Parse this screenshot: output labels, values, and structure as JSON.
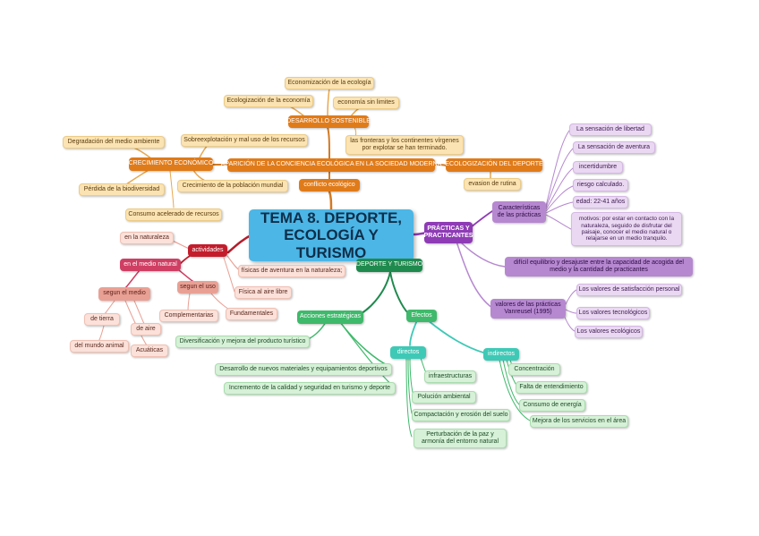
{
  "central": "TEMA 8. DEPORTE, ECOLOGÍA Y TURISMO",
  "eco": {
    "economizacion": "Economización de la ecología",
    "ecologizacion_economia": "Ecologización de la economía",
    "economia_sin_limites": "economía sin limites",
    "desarrollo": "DESARROLLO SOSTENIBLE",
    "degradacion": "Degradación del medio ambiente",
    "sobreexplotacion": "Sobreexplotación y mal uso de los recursos",
    "fronteras": "las fronteras y los continentes vírgenes por explotar se han terminado.",
    "crecimiento_economico": "CRECIMIENTO ECONÓMICO",
    "aparicion": "APARICIÓN DE LA CONCIENCIA ECOLÓGICA EN LA SOCIEDAD MODERNA",
    "ecologizacion_deporte": "ECOLOGIZACIÓN DEL DEPORTE",
    "perdida": "Pérdida de la biodiversidad",
    "crecimiento_poblacion": "Crecimiento de la población mundial",
    "conflicto": "conflicto ecológico",
    "evasion": "evasion de rutina",
    "consumo": "Consumo acelerado de recursos"
  },
  "actividades": {
    "label": "actividades",
    "en_naturaleza": "en la naturaleza",
    "en_medio": "en el medio natural",
    "segun_medio": "segun el medio",
    "tierra": "de tierra",
    "aire": "de aire",
    "animal": "del mundo animal",
    "acuaticas": "Acuáticas",
    "segun_uso": "segun el uso",
    "complementarias": "Complementarias",
    "fundamentales": "Fundamentales",
    "fisicas_aventura": "físicas de aventura en la naturaleza;",
    "fisica_aire": "Física al aire libre"
  },
  "practicas": {
    "label": "PRÁCTICAS Y PRACTICANTES",
    "caracteristicas": "Características de las prácticas",
    "libertad": "La sensación de libertad",
    "aventura": "La sensación de aventura",
    "incertidumbre": "incertidumbre",
    "riesgo": "riesgo calculado.",
    "edad": "edad: 22-41 años",
    "motivos": "motivos: por estar en contacto con la naturaleza, seguido de disfrutar del paisaje, conocer el medio natural o relajarse en un medio tranquilo.",
    "equilibrio": "difícil equilibrio y desajuste entre la capacidad de acogida del medio y la cantidad de practicantes",
    "valores": "valores de las prácticas Vanreusel (1995)",
    "satisfaccion": "Los valores de satisfacción personal",
    "tecnologicos": "Los valores tecnológicos",
    "ecologicos": "Los valores ecológicos"
  },
  "deporte": {
    "label": "DEPORTE Y TURISMO",
    "acciones": "Acciones estratégicas",
    "diversificacion": "Diversificación y mejora del producto turístico",
    "materiales": "Desarrollo de nuevos materiales y equipamientos deportivos",
    "calidad": "Incremento de la calidad y seguridad en turismo y deporte",
    "efectos": "Efectos",
    "directos": "directos",
    "infraestructuras": "infraestructuras",
    "polucion": "Polución ambiental",
    "compactacion": "Compactación y erosión del suelo",
    "perturbacion": "Perturbación de la paz y armonía del entorno natural",
    "indirectos": "indirectos",
    "concentracion": "Concentración",
    "entendimiento": "Falta de entendimiento",
    "energia": "Consumo de energía",
    "servicios": "Mejora de los servicios en el área"
  },
  "colors": {
    "orange": "#e07b1a",
    "red": "#c31d2c",
    "purple": "#8e3bb5",
    "green": "#1f8a4d",
    "teal": "#3ec9b6",
    "central": "#4cb6e6"
  }
}
